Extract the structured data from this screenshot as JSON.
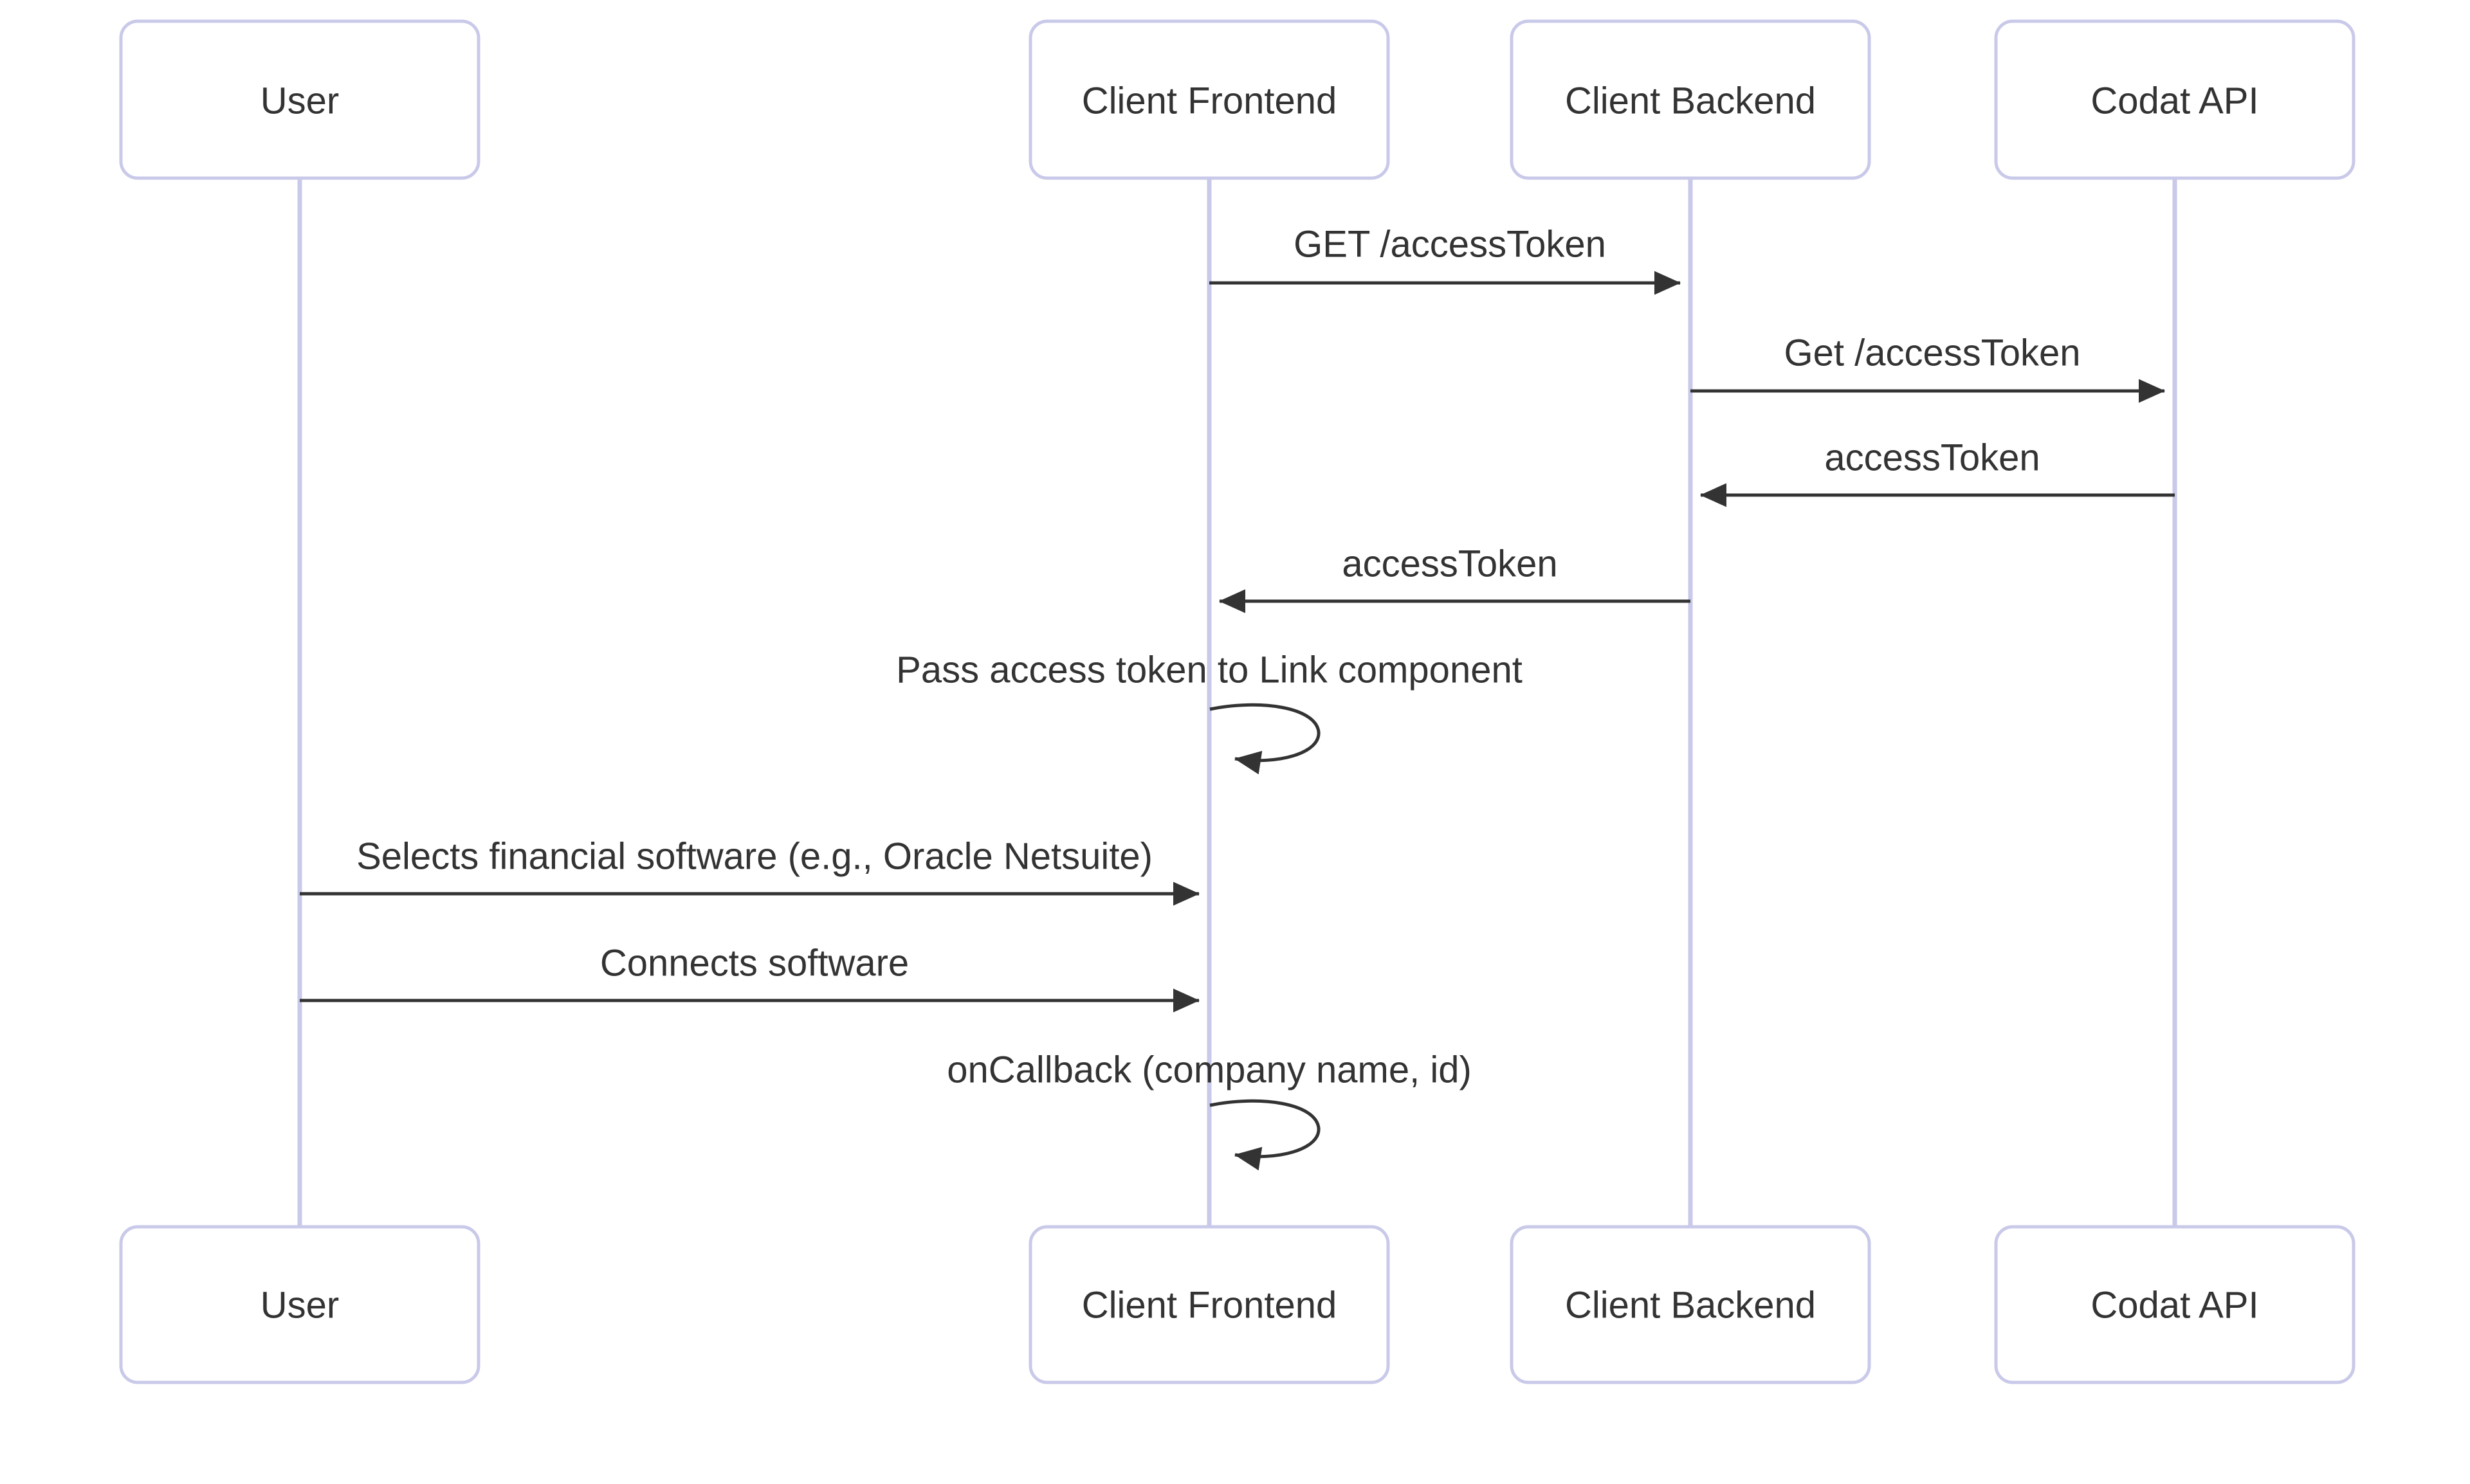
{
  "diagram": {
    "type": "sequence-diagram",
    "actors": [
      {
        "id": "user",
        "name": "User"
      },
      {
        "id": "client-frontend",
        "name": "Client Frontend"
      },
      {
        "id": "client-backend",
        "name": "Client Backend"
      },
      {
        "id": "codat-api",
        "name": "Codat API"
      }
    ],
    "messages": [
      {
        "from": "Client Frontend",
        "to": "Client Backend",
        "label": "GET /accessToken",
        "type": "solid-arrow"
      },
      {
        "from": "Client Backend",
        "to": "Codat API",
        "label": "Get /accessToken",
        "type": "solid-arrow"
      },
      {
        "from": "Codat API",
        "to": "Client Backend",
        "label": "accessToken",
        "type": "solid-arrow"
      },
      {
        "from": "Client Backend",
        "to": "Client Frontend",
        "label": "accessToken",
        "type": "solid-arrow"
      },
      {
        "from": "Client Frontend",
        "to": "Client Frontend",
        "label": "Pass access token to Link component",
        "type": "self-loop"
      },
      {
        "from": "User",
        "to": "Client Frontend",
        "label": "Selects financial software (e.g., Oracle Netsuite)",
        "type": "solid-arrow"
      },
      {
        "from": "User",
        "to": "Client Frontend",
        "label": "Connects software",
        "type": "solid-arrow"
      },
      {
        "from": "Client Frontend",
        "to": "Client Frontend",
        "label": "onCallback (company name, id)",
        "type": "self-loop"
      }
    ],
    "colors": {
      "background": "#FFFFFF",
      "actor_fill": "#FFFFFF",
      "actor_border": "#C9C9E9",
      "lifeline": "#C9C9E9",
      "arrow": "#333333",
      "text": "#333333"
    }
  }
}
